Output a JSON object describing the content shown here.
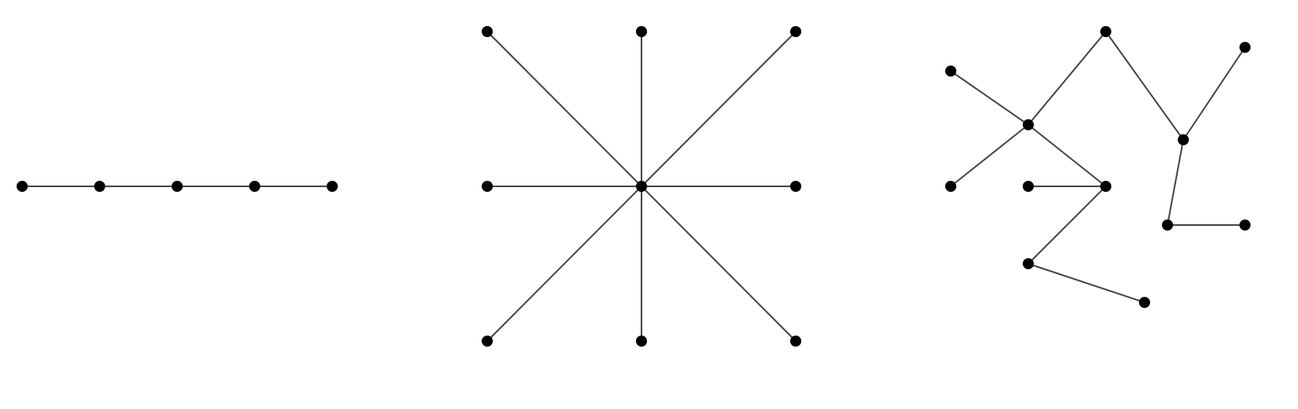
{
  "style": {
    "background": "#ffffff",
    "node_color": "#000000",
    "edge_color": "#444444"
  },
  "graphs": [
    {
      "id": "path",
      "nodes": [
        "a",
        "b",
        "c",
        "d",
        "e"
      ],
      "edges": [
        [
          "a",
          "b"
        ],
        [
          "b",
          "c"
        ],
        [
          "c",
          "d"
        ],
        [
          "d",
          "e"
        ]
      ]
    },
    {
      "id": "star",
      "nodes": [
        "center",
        "top-left",
        "top",
        "top-right",
        "left",
        "right",
        "bottom-left",
        "bottom",
        "bottom-right"
      ],
      "edges": [
        [
          "center",
          "top-left"
        ],
        [
          "center",
          "top"
        ],
        [
          "center",
          "top-right"
        ],
        [
          "center",
          "left"
        ],
        [
          "center",
          "right"
        ],
        [
          "center",
          "bottom-left"
        ],
        [
          "center",
          "bottom"
        ],
        [
          "center",
          "bottom-right"
        ]
      ]
    },
    {
      "id": "tree",
      "nodes": [
        "n1",
        "n2",
        "n3",
        "n4",
        "n5",
        "n6",
        "n7",
        "n8",
        "n9",
        "n10",
        "n11",
        "n12",
        "n13"
      ],
      "edges": [
        [
          "n2",
          "n3"
        ],
        [
          "n3",
          "n1"
        ],
        [
          "n3",
          "n4"
        ],
        [
          "n3",
          "n6"
        ],
        [
          "n5",
          "n6"
        ],
        [
          "n6",
          "n7"
        ],
        [
          "n7",
          "n8"
        ],
        [
          "n1",
          "n9"
        ],
        [
          "n9",
          "n10"
        ],
        [
          "n9",
          "n11"
        ],
        [
          "n11",
          "n12"
        ]
      ]
    }
  ]
}
